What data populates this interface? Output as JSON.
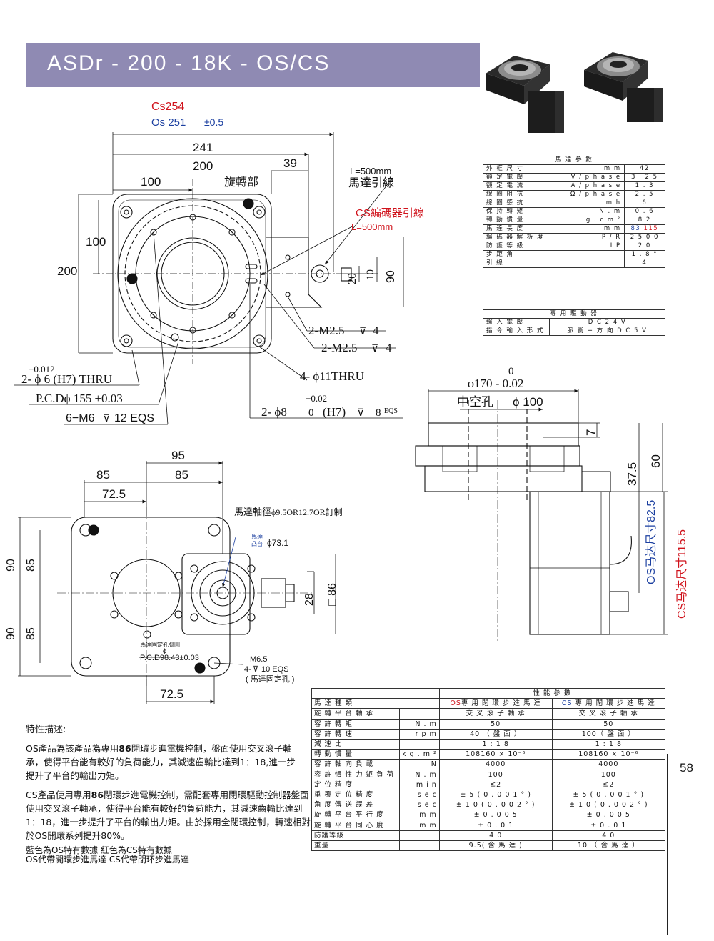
{
  "header": {
    "title": "ASDr - 200 - 18K - OS/CS"
  },
  "top_drawing": {
    "cs_dim": "Cs254",
    "os_dim": "Os 251",
    "os_tol": "±0.5",
    "d241": "241",
    "d200": "200",
    "d39": "39",
    "d100": "100",
    "rot_label": "旋轉部",
    "motor_lead_len": "L=500mm",
    "motor_lead": "馬達引線",
    "cs_encoder_lead": "CS編碼器引線",
    "cs_encoder_len": "L=500mm",
    "left100": "100",
    "left200": "200",
    "d20": "20",
    "d10": "10",
    "d90": "90",
    "m25a": "2-M2.5",
    "m25a_depth": "4",
    "m25b": "2-M2.5",
    "m25b_depth": "4",
    "hole_tol": "+0.012",
    "hole": "2- ϕ 6 (H7) THRU",
    "thru11": "4- ϕ11THRU",
    "pcd": "P.C.Dϕ 155 ±0.03",
    "m6": "6−M6",
    "m6_depth": "12  EQS",
    "pin_tol": "+0.02",
    "pin_label": "2- ϕ8",
    "pin_zero": "0",
    "pin_h7": "(H7)",
    "pin_depth": "8",
    "pin_eqs": "EQS"
  },
  "side_drawing": {
    "od_upper": "0",
    "od": "ϕ170 - 0.02",
    "hollow": "中空孔",
    "hollow_dim": "ϕ 100",
    "d7": "7",
    "d375": "37.5",
    "d60": "60",
    "os_len": "OS马达尺寸82.5",
    "cs_len": "CS马达尺寸115.5"
  },
  "bottom_drawing": {
    "d95": "95",
    "d85a": "85",
    "d85b": "85",
    "d725": "72.5",
    "shaft": "馬達軸徑",
    "shaft_dims": "ϕ9.5OR12.7OR訂制",
    "boss_a": "馬達",
    "boss_b": "凸台",
    "boss_dim": "ϕ73.1",
    "left90a": "90",
    "left85a": "85",
    "left90b": "90",
    "left85b": "85",
    "d28": "28",
    "d86": "□ 86",
    "fix_circle": "馬達固定孔弧圓",
    "fix_phi": "ϕ",
    "fix_pcd": "P.C.D98.43±0.03",
    "m65_a": "4-",
    "m65_b": "M6.5",
    "m65_c": "10 EQS",
    "m65_note": "( 馬達固定孔 )",
    "d725_bottom": "72.5"
  },
  "motor_table": {
    "title": "馬 達 參 數",
    "rows": [
      {
        "name": "外 框 尺 寸",
        "unit": "m m",
        "value": "42"
      },
      {
        "name": "額 定 電 壓",
        "unit": "V / p h a s e",
        "value": "3 . 2 5"
      },
      {
        "name": "額 定 電 流",
        "unit": "A / p h a s e",
        "value": "1 . 3"
      },
      {
        "name": "線 圈 阻 抗",
        "unit": "Ω / p h a s e",
        "value": "2 . 5"
      },
      {
        "name": "線 圈 感 抗",
        "unit": "m h",
        "value": "6"
      },
      {
        "name": "保 持 轉 矩",
        "unit": "N . m",
        "value": "0 . 6"
      },
      {
        "name": "轉 動 慣 量",
        "unit": "g . c m ²",
        "value": "8 2"
      },
      {
        "name": "馬 達 長 度",
        "unit": "m m",
        "value": ""
      },
      {
        "name": "編 碼 器 解 析 度",
        "unit": "P / R",
        "value": "2 5 0 0"
      },
      {
        "name": "防 護 等 級",
        "unit": "I P",
        "value": "2 0"
      },
      {
        "name": "步 距 角",
        "unit": "",
        "value": "1 . 8 °"
      },
      {
        "name": "引 線",
        "unit": "",
        "value": "4"
      }
    ],
    "length_os": "83",
    "length_cs": "115"
  },
  "driver_table": {
    "title": "專 用 驅 動 器",
    "rows": [
      {
        "name": "輸 入 電 壓",
        "value": "D C 2 4 V"
      },
      {
        "name": "指 令 輸 入 形 式",
        "value": "脈 衝 + 方 向  D C 5 V"
      }
    ]
  },
  "perf_table": {
    "title": "性 能 參 數",
    "head": {
      "name": "馬 達 種 類",
      "os_tag": "OS",
      "os_text": "專 用 閉 環 步 進 馬 達",
      "cs_tag": "CS",
      "cs_text": " 專 用 閉 環 步 進 馬 達"
    },
    "rows": [
      {
        "name": "旋 轉 平 台 軸 承",
        "unit": "",
        "os": "交 叉 滾 子 軸 承",
        "cs": "交 叉 滾 子 軸 承"
      },
      {
        "name": "容 許 轉 矩",
        "unit": "N . m",
        "os": "50",
        "cs": "50"
      },
      {
        "name": "容 許 轉 速",
        "unit": "r p m",
        "os": "40 （ 盤 面 ）",
        "cs": "100（ 盤 面 ）"
      },
      {
        "name": "減 速 比",
        "unit": "",
        "os": "1 : 1 8",
        "cs": "1 : 1 8"
      },
      {
        "name": "轉 動 慣 量",
        "unit": "k g . m ²",
        "os": "108160 × 10⁻⁶",
        "cs": "108160 × 10⁻⁶"
      },
      {
        "name": "容 許 軸 向 負 載",
        "unit": "N",
        "os": "4000",
        "cs": "4000"
      },
      {
        "name": "容 許 慣 性 力 矩 負 荷",
        "unit": "N . m",
        "os": "100",
        "cs": "100"
      },
      {
        "name": "定 位 精 度",
        "unit": "m i n",
        "os": "≦2",
        "cs": "≦2"
      },
      {
        "name": "重 覆 定 位 精 度",
        "unit": "s e c",
        "os": "± 5 ( 0 . 0 0 1 ° )",
        "cs": "± 5 ( 0 . 0 0 1 ° )"
      },
      {
        "name": "角 度 傳 送 誤 差",
        "unit": "s e c",
        "os": "± 1 0 ( 0 . 0 0 2 ° )",
        "cs": "± 1 0 ( 0 . 0 0 2 ° )"
      },
      {
        "name": "旋 轉 平 台 平 行 度",
        "unit": "m m",
        "os": "± 0 . 0 0 5",
        "cs": "± 0 . 0 0 5"
      },
      {
        "name": "旋 轉 平 台 同 心 度",
        "unit": "m m",
        "os": "± 0 . 0 1",
        "cs": "± 0 . 0 1"
      },
      {
        "name": "防護等級",
        "unit": "",
        "os": "4 0",
        "cs": "4 0"
      },
      {
        "name": "重量",
        "unit": "",
        "os": "9.5( 含 馬 達 )",
        "cs": "10 （ 含 馬 達 ）"
      }
    ]
  },
  "features": {
    "title": "特性描述:",
    "p1_a": "OS產品為該產品為專用",
    "p1_b": "86",
    "p1_c": "閉環步進電機控制，盤面使用交叉滾子軸承，使得平台能有較好的負荷能力，其減速齒輪比達到1：18,進一步提升了平台的輸出力矩。",
    "p2_a": "CS產品使用專用",
    "p2_b": "86",
    "p2_c": "閉環步進電機控制，需配套專用閉環驅動控制器盤面使用交叉滾子軸承，使得平台能有較好的負荷能力，其減速齒輪比達到1：18，進一步提升了平台的輸出力矩。由於採用全閉環控制，轉速相對於OS開環系列提升80%。",
    "legend1": "藍色為OS特有數據    紅色為CS特有數據",
    "legend2": "OS代帶開環步進馬達  CS代帶閉环步進馬達"
  },
  "page": {
    "number": "58"
  },
  "colors": {
    "title_bar": "#8f8ab3",
    "os_blue": "#1b3fa0",
    "cs_red": "#d0121b"
  }
}
